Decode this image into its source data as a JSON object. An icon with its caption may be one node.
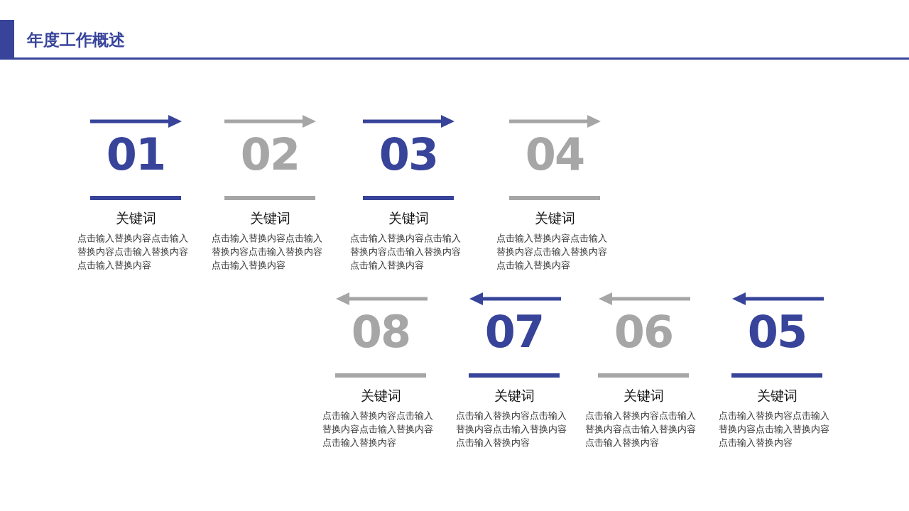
{
  "diagram": {
    "title": "年度工作概述",
    "labels": [
      "01",
      "关键词",
      "点击输入替换内容点击输入替换内容点击输入替换内容点击输入替换内容",
      "02",
      "关键词",
      "点击输入替换内容点击输入替换内容点击输入替换内容点击输入替换内容",
      "03",
      "关键词",
      "点击输入替换内容点击输入替换内容点击输入替换内容点击输入替换内容",
      "04",
      "关键词",
      "点击输入替换内容点击输入替换内容点击输入替换内容点击输入替换内容",
      "08",
      "关键词",
      "点击输入替换内容点击输入替换内容点击输入替换内容点击输入替换内容",
      "07",
      "关键词",
      "点击输入替换内容点击输入替换内容点击输入替换内容点击输入替换内容",
      "06",
      "关键词",
      "点击输入替换内容点击输入替换内容点击输入替换内容点击输入替换内容",
      "05",
      "关键词",
      "点击输入替换内容点击输入替换内容点击输入替换内容点击输入替换内容"
    ]
  }
}
